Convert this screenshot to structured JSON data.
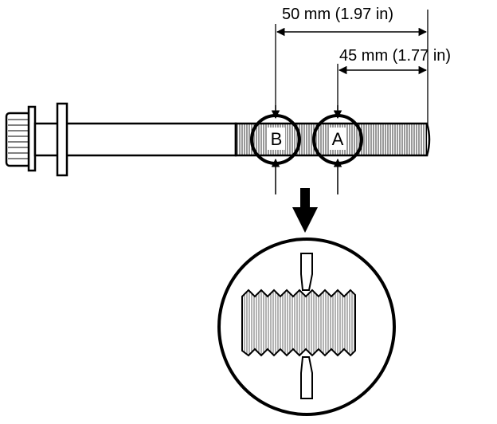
{
  "dimensions": {
    "upper": "50 mm (1.97 in)",
    "lower": "45 mm (1.77 in)"
  },
  "markers": {
    "b": "B",
    "a": "A"
  }
}
